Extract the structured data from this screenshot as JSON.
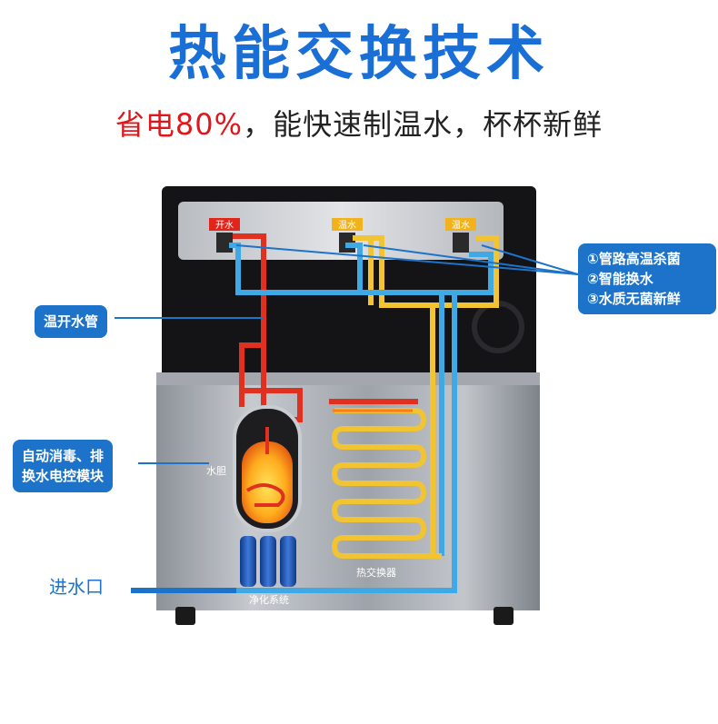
{
  "title": "热能交换技术",
  "subtitle": {
    "highlight": "省电80%",
    "rest": "，能快速制温水，杯杯新鲜"
  },
  "taps": [
    {
      "label": "开水",
      "color": "#e0261b"
    },
    {
      "label": "温水",
      "color": "#f2b21b"
    },
    {
      "label": "温水",
      "color": "#f2b21b"
    }
  ],
  "callouts": {
    "pipe": "温开水管",
    "module": [
      "自动消毒、排",
      "换水电控模块"
    ],
    "features": [
      "①管路高温杀菌",
      "②智能换水",
      "③水质无菌新鲜"
    ],
    "inlet": "进水口"
  },
  "machine_labels": {
    "tank": "水胆",
    "exchanger": "热交换器",
    "filter": "净化系统"
  },
  "colors": {
    "title": "#1a6fd6",
    "accent_red": "#e0161b",
    "callout_bg": "#1c73c9",
    "hot_pipe": "#e03020",
    "warm_pipe": "#f2c431",
    "cold_pipe": "#3fa9e6"
  }
}
